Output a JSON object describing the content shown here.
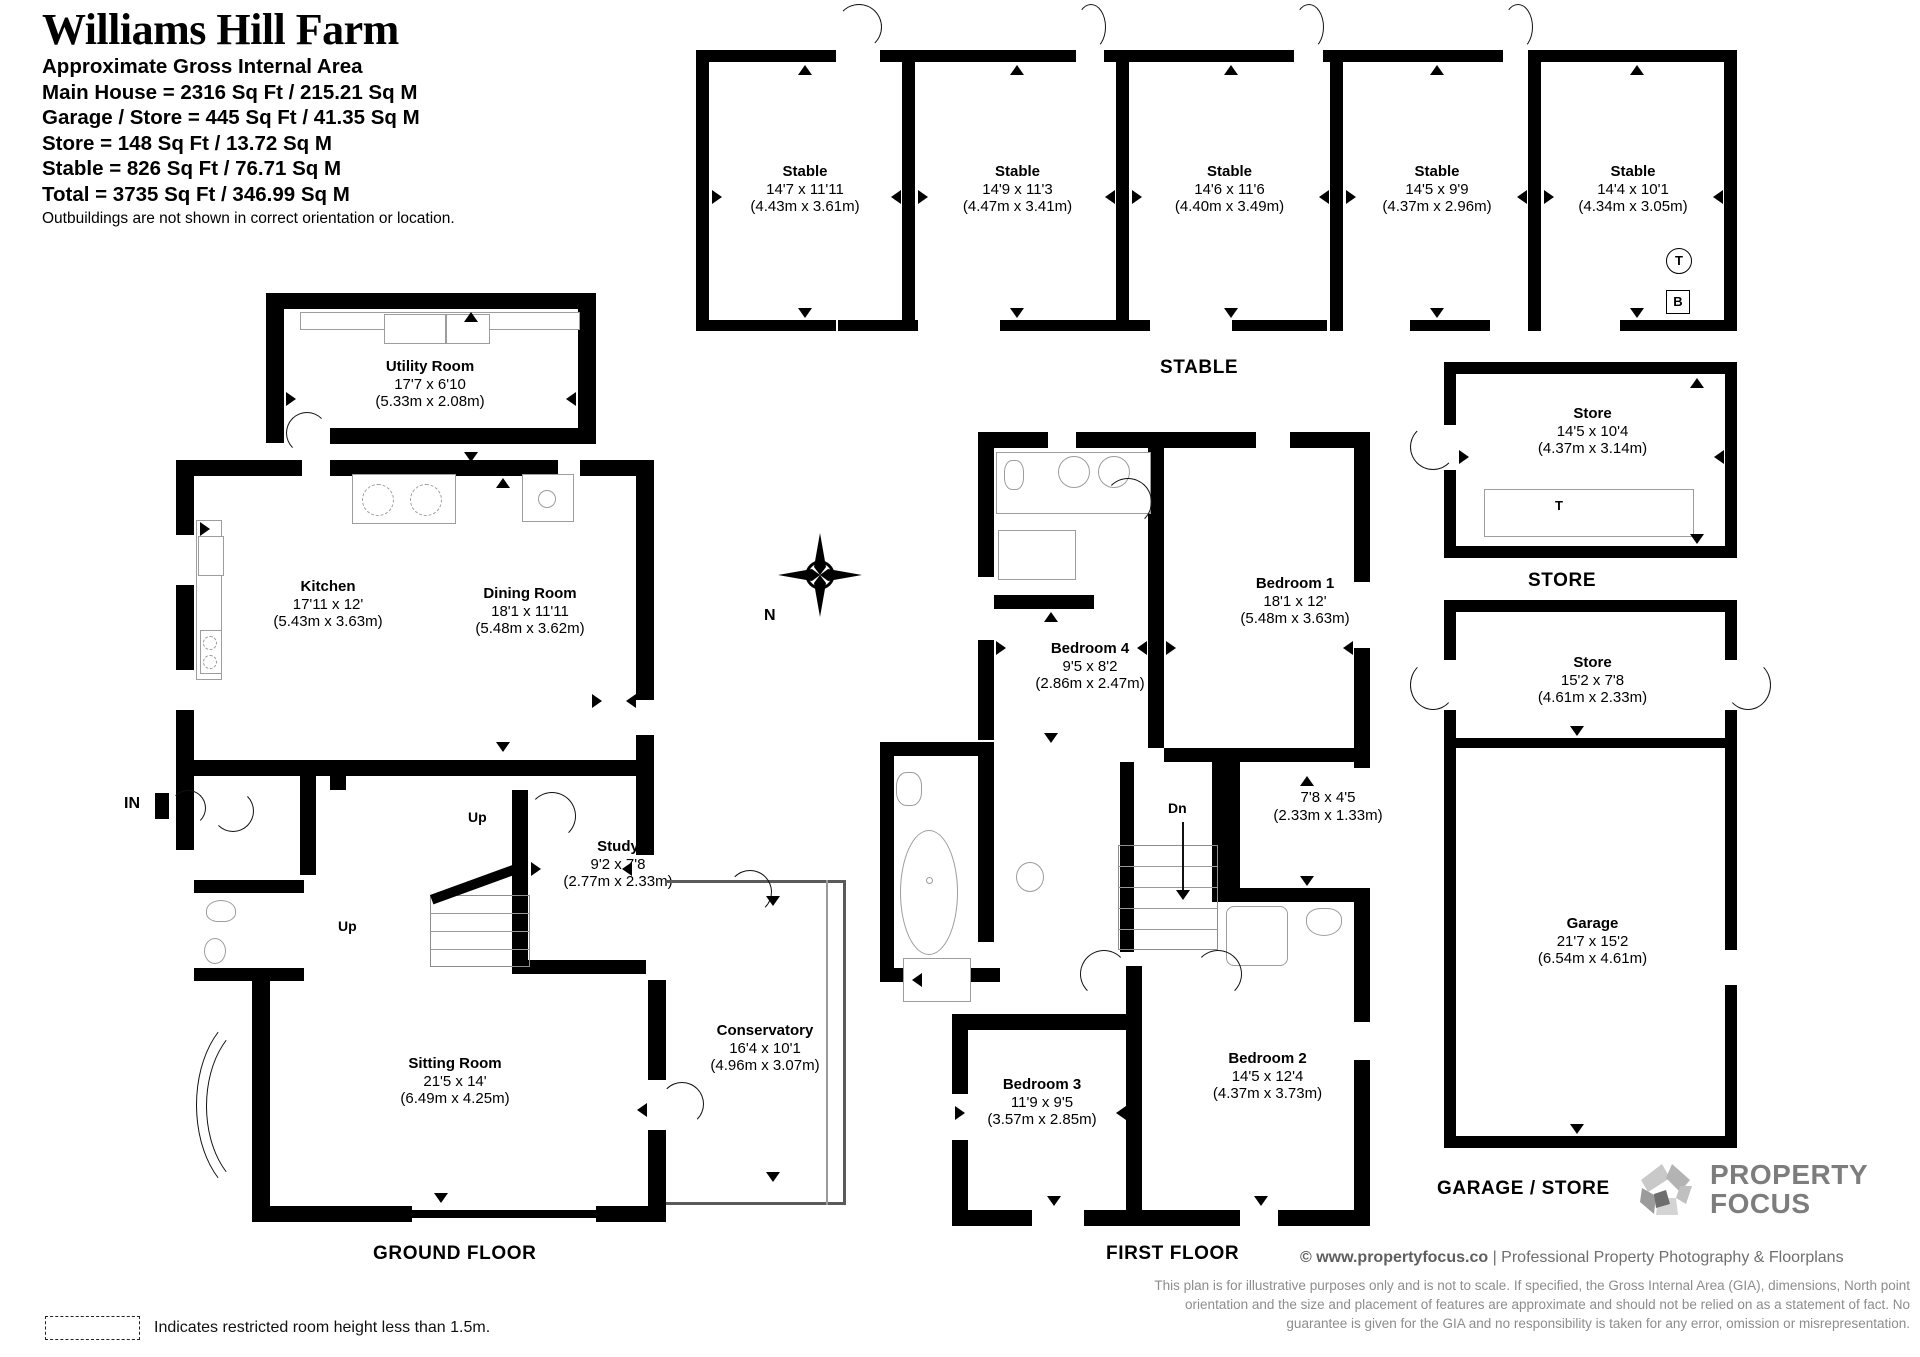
{
  "header": {
    "title": "Williams Hill Farm",
    "area_heading": "Approximate Gross Internal Area",
    "lines": [
      "Main House = 2316 Sq Ft / 215.21 Sq M",
      "Garage / Store = 445 Sq Ft / 41.35 Sq M",
      "Store = 148 Sq Ft / 13.72 Sq M",
      "Stable = 826 Sq Ft / 76.71 Sq M",
      "Total = 3735 Sq Ft / 346.99 Sq M"
    ],
    "note": "Outbuildings are not shown in correct orientation or location."
  },
  "floor_titles": {
    "ground": "GROUND FLOOR",
    "first": "FIRST FLOOR",
    "stable": "STABLE",
    "store": "STORE",
    "garage": "GARAGE / STORE"
  },
  "stable_block": {
    "rooms": [
      {
        "name": "Stable",
        "imperial": "14'7 x 11'11",
        "metric": "(4.43m x 3.61m)"
      },
      {
        "name": "Stable",
        "imperial": "14'9 x 11'3",
        "metric": "(4.47m x 3.41m)"
      },
      {
        "name": "Stable",
        "imperial": "14'6 x 11'6",
        "metric": "(4.40m x 3.49m)"
      },
      {
        "name": "Stable",
        "imperial": "14'5 x 9'9",
        "metric": "(4.37m x 2.96m)"
      },
      {
        "name": "Stable",
        "imperial": "14'4 x 10'1",
        "metric": "(4.34m x 3.05m)"
      }
    ],
    "badges": {
      "tank": "T",
      "boiler": "B"
    }
  },
  "store_block": {
    "name": "Store",
    "imperial": "14'5 x 10'4",
    "metric": "(4.37m x 3.14m)",
    "badge": "T"
  },
  "garage_block": {
    "store": {
      "name": "Store",
      "imperial": "15'2 x 7'8",
      "metric": "(4.61m x 2.33m)"
    },
    "garage": {
      "name": "Garage",
      "imperial": "21'7 x 15'2",
      "metric": "(6.54m x 4.61m)"
    }
  },
  "ground_floor": {
    "rooms": [
      {
        "name": "Utility Room",
        "imperial": "17'7 x 6'10",
        "metric": "(5.33m x 2.08m)"
      },
      {
        "name": "Kitchen",
        "imperial": "17'11 x 12'",
        "metric": "(5.43m x 3.63m)"
      },
      {
        "name": "Dining Room",
        "imperial": "18'1 x 11'11",
        "metric": "(5.48m x 3.62m)"
      },
      {
        "name": "Study",
        "imperial": "9'2 x 7'8",
        "metric": "(2.77m x 2.33m)"
      },
      {
        "name": "Sitting Room",
        "imperial": "21'5 x 14'",
        "metric": "(6.49m x 4.25m)"
      },
      {
        "name": "Conservatory",
        "imperial": "16'4 x 10'1",
        "metric": "(4.96m x 3.07m)"
      }
    ],
    "tags": {
      "in": "IN",
      "up1": "Up",
      "up2": "Up"
    }
  },
  "first_floor": {
    "rooms": [
      {
        "name": "Bedroom 1",
        "imperial": "18'1 x 12'",
        "metric": "(5.48m x 3.63m)"
      },
      {
        "name": "Bedroom 2",
        "imperial": "14'5 x 12'4",
        "metric": "(4.37m x 3.73m)"
      },
      {
        "name": "Bedroom 3",
        "imperial": "11'9 x 9'5",
        "metric": "(3.57m x 2.85m)"
      },
      {
        "name": "Bedroom 4",
        "imperial": "9'5 x 8'2",
        "metric": "(2.86m x 2.47m)"
      },
      {
        "name": "",
        "imperial": "7'8 x 4'5",
        "metric": "(2.33m x 1.33m)"
      }
    ],
    "tags": {
      "dn": "Dn"
    }
  },
  "compass": {
    "label": "N"
  },
  "footer": {
    "copyright": "© www.propertyfocus.co",
    "separator": "|",
    "tagline": "Professional Property Photography & Floorplans",
    "disclaimer": "This plan is for illustrative purposes only and is not to scale. If specified, the Gross Internal Area (GIA), dimensions, North point orientation and the size and placement of features are approximate and should not be relied on as a statement of fact. No guarantee is given for the GIA and no responsibility is taken for any error, omission or misrepresentation.",
    "legend_text": "Indicates restricted room height less than 1.5m.",
    "logo_line1": "PROPERTY",
    "logo_line2": "FOCUS"
  },
  "colors": {
    "wall": "#000000",
    "fixture": "#9d9d9d",
    "logo_gray": "#7d7d7d",
    "disclaimer_gray": "#8d8d8d"
  }
}
